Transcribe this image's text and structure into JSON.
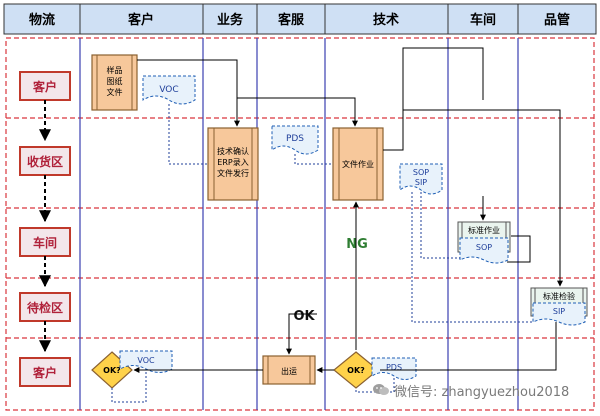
{
  "header": {
    "columns": [
      "物流",
      "客户",
      "业务",
      "客服",
      "技术",
      "车间",
      "品管"
    ]
  },
  "logistics": {
    "stages": [
      "客户",
      "收货区",
      "车间",
      "待检区",
      "客户"
    ]
  },
  "nodes": {
    "sample_docs": "样品\n图纸\n文件",
    "voc_top": "VOC",
    "tech_confirm": "技术确认\nERP录入\n文件发行",
    "pds_mid": "PDS",
    "file_work": "文件作业",
    "sop_sip": "SOP\nSIP",
    "std_work": "标准作业",
    "std_work_doc": "SOP",
    "std_inspect": "标准检验",
    "std_inspect_doc": "SIP",
    "ng_label": "NG",
    "ok_label": "OK",
    "ship": "出运",
    "ok_q_customer": "OK?",
    "voc_bottom": "VOC",
    "ok_q_tech": "OK?",
    "pds_bottom": "PDS"
  },
  "watermark": {
    "text": "微信号: zhangyuezhou2018"
  },
  "colors": {
    "header_bg": "#cfe0f4",
    "lane_border_red": "#d9363e",
    "col_border_blue": "#3b3fb0",
    "stage_border": "#c0392b",
    "stage_bg": "#f3e6ea",
    "stage_text": "#b0213a",
    "process_fill": "#f7c89b",
    "process_border": "#8a6030",
    "doc_border": "#1f5fb5",
    "doc_text": "#1f3f9a",
    "decision_fill": "#ffd24a",
    "label_green": "#2e7d32"
  }
}
